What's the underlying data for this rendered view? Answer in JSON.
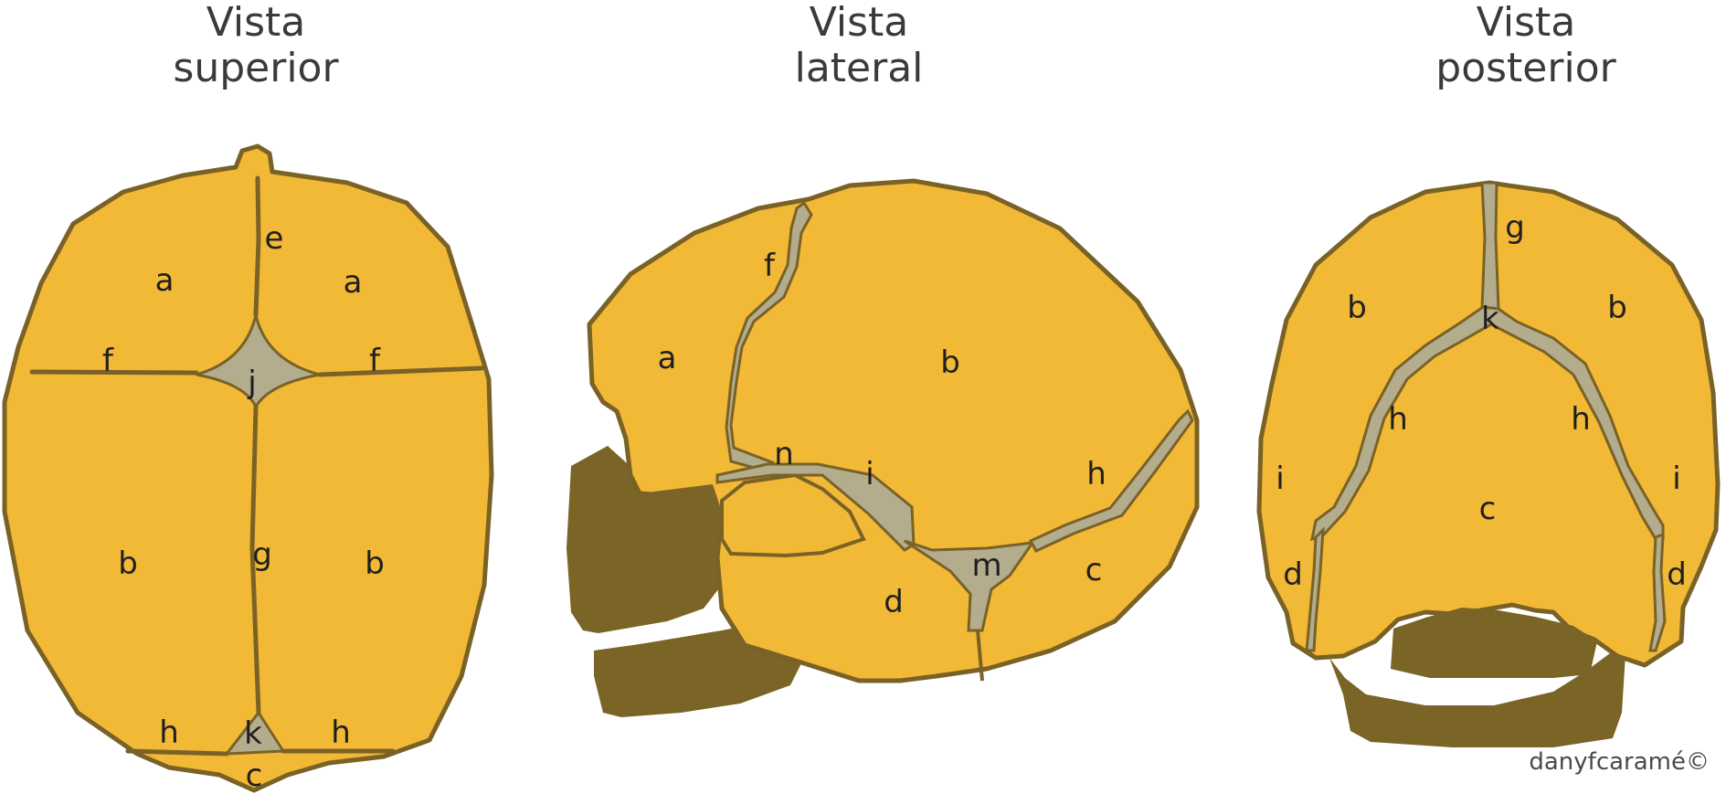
{
  "views": {
    "superior": {
      "line1": "Vista",
      "line2": "superior"
    },
    "lateral": {
      "line1": "Vista",
      "line2": "lateral"
    },
    "posterior": {
      "line1": "Vista",
      "line2": "posterior"
    }
  },
  "labels": {
    "a": "a",
    "b": "b",
    "c": "c",
    "d": "d",
    "e": "e",
    "f": "f",
    "g": "g",
    "h": "h",
    "i": "i",
    "j": "j",
    "k": "k",
    "m": "m",
    "n": "n"
  },
  "credit": "danyfcaramé©",
  "colors": {
    "bone": "#f2b937",
    "outline": "#7a6226",
    "suture": "#b3ad8e",
    "jaw": "#7a6426"
  }
}
